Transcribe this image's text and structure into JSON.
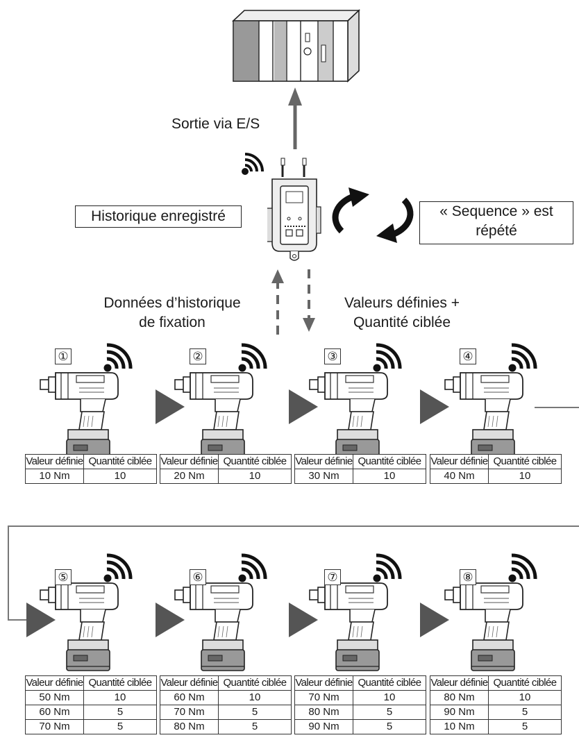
{
  "labels": {
    "output": "Sortie via E/S",
    "history": "Historique enregistré",
    "sequence_line1": "« Sequence » est",
    "sequence_line2": "répété",
    "data_line1": "Données d’historique",
    "data_line2": "de fixation",
    "values_line1": "Valeurs définies +",
    "values_line2": "Quantité ciblée"
  },
  "table_headers": {
    "value": "Valeur définie",
    "quantity": "Quantité ciblée"
  },
  "steps": [
    {
      "number": "①",
      "rows": [
        {
          "value": "10 Nm",
          "quantity": "10"
        }
      ]
    },
    {
      "number": "②",
      "rows": [
        {
          "value": "20 Nm",
          "quantity": "10"
        }
      ]
    },
    {
      "number": "③",
      "rows": [
        {
          "value": "30 Nm",
          "quantity": "10"
        }
      ]
    },
    {
      "number": "④",
      "rows": [
        {
          "value": "40 Nm",
          "quantity": "10"
        }
      ]
    },
    {
      "number": "⑤",
      "rows": [
        {
          "value": "50 Nm",
          "quantity": "10"
        },
        {
          "value": "60 Nm",
          "quantity": "5"
        },
        {
          "value": "70 Nm",
          "quantity": "5"
        }
      ]
    },
    {
      "number": "⑥",
      "rows": [
        {
          "value": "60 Nm",
          "quantity": "10"
        },
        {
          "value": "70 Nm",
          "quantity": "5"
        },
        {
          "value": "80 Nm",
          "quantity": "5"
        }
      ]
    },
    {
      "number": "⑦",
      "rows": [
        {
          "value": "70 Nm",
          "quantity": "10"
        },
        {
          "value": "80 Nm",
          "quantity": "5"
        },
        {
          "value": "90 Nm",
          "quantity": "5"
        }
      ]
    },
    {
      "number": "⑧",
      "rows": [
        {
          "value": "80 Nm",
          "quantity": "10"
        },
        {
          "value": "90 Nm",
          "quantity": "5"
        },
        {
          "value": "10 Nm",
          "quantity": "5"
        }
      ]
    }
  ],
  "icons": {
    "plc": "plc-rack-icon",
    "controller": "wireless-controller-icon",
    "tool": "cordless-impact-wrench-icon",
    "signal": "wireless-signal-icon",
    "cycle": "repeat-cycle-icon"
  }
}
